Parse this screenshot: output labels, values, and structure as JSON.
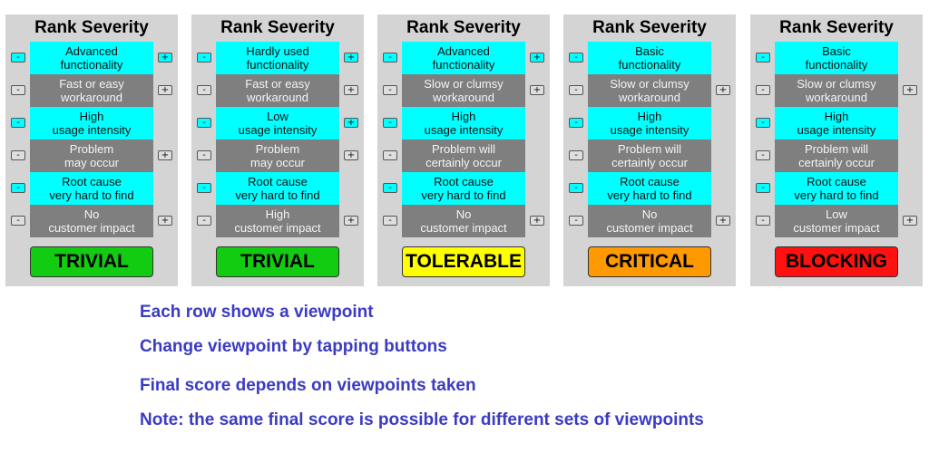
{
  "panel_title": "Rank Severity",
  "colors": {
    "panel_bg": "#d4d4d4",
    "cyan_row": "#00ffff",
    "gray_row": "#7f7f7f",
    "note_text": "#3b3bc4",
    "trivial": "#11cc11",
    "tolerable": "#ffff00",
    "critical": "#ff9900",
    "blocking": "#ff1111"
  },
  "buttons": {
    "minus": "-",
    "plus": "+"
  },
  "panels": [
    {
      "rows": [
        "Advanced\nfunctionality",
        "Fast or easy\nworkaround",
        "High\nusage intensity",
        "Problem\nmay occur",
        "Root cause\nvery hard to find",
        "No\ncustomer impact"
      ],
      "score": "TRIVIAL",
      "score_color": "#11cc11"
    },
    {
      "rows": [
        "Hardly used\nfunctionality",
        "Fast or easy\nworkaround",
        "Low\nusage intensity",
        "Problem\nmay occur",
        "Root cause\nvery hard to find",
        "High\ncustomer impact"
      ],
      "score": "TRIVIAL",
      "score_color": "#11cc11"
    },
    {
      "rows": [
        "Advanced\nfunctionality",
        "Slow or clumsy\nworkaround",
        "High\nusage intensity",
        "Problem will\ncertainly occur",
        "Root cause\nvery hard to find",
        "No\ncustomer impact"
      ],
      "score": "TOLERABLE",
      "score_color": "#ffff00"
    },
    {
      "rows": [
        "Basic\nfunctionality",
        "Slow or clumsy\nworkaround",
        "High\nusage intensity",
        "Problem will\ncertainly occur",
        "Root cause\nvery hard to find",
        "No\ncustomer impact"
      ],
      "score": "CRITICAL",
      "score_color": "#ff9900"
    },
    {
      "rows": [
        "Basic\nfunctionality",
        "Slow or clumsy\nworkaround",
        "High\nusage intensity",
        "Problem will\ncertainly occur",
        "Root cause\nvery hard to find",
        "Low\ncustomer impact"
      ],
      "score": "BLOCKING",
      "score_color": "#ff1111"
    }
  ],
  "notes": [
    "Each row shows a viewpoint",
    "Change viewpoint by tapping buttons",
    "Final score depends on viewpoints taken",
    "Note: the same final score is possible for different sets of viewpoints"
  ]
}
